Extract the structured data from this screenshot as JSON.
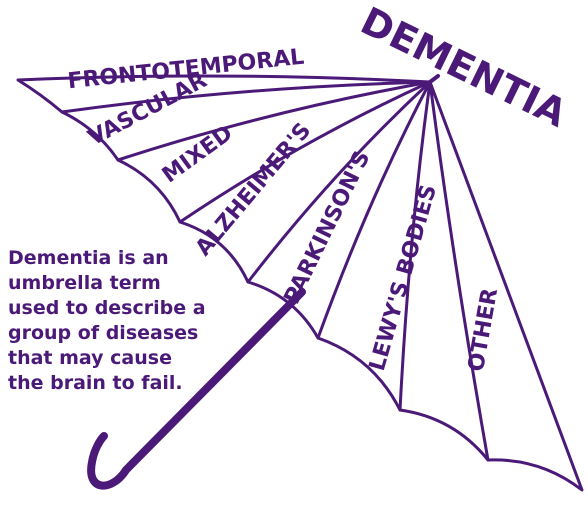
{
  "colors": {
    "ink": "#4b1a78",
    "fill": "#ffffff"
  },
  "title": "DEMENTIA",
  "panels": [
    "FRONTOTEMPORAL",
    "VASCULAR",
    "MIXED",
    "ALZHEIMER'S",
    "PARKINSON'S",
    "LEWY'S BODIES",
    "OTHER"
  ],
  "description_lines": [
    "Dementia is an",
    "umbrella term",
    "used to describe a",
    "group of diseases",
    "that may cause",
    "the brain to fail."
  ]
}
